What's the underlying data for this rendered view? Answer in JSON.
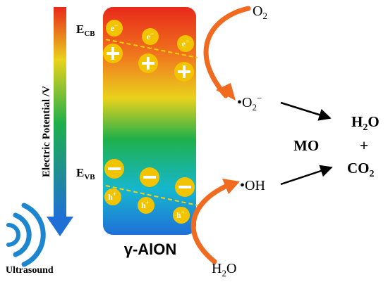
{
  "colors": {
    "gradient_top": "#e8281a",
    "gradient_orange": "#f07a1e",
    "gradient_yellow": "#e9d21c",
    "gradient_green": "#1fb04a",
    "gradient_cyan": "#16b7cf",
    "gradient_blue": "#1f6fd6",
    "charge_fill": "#f2c400",
    "arrow_orange": "#f06a1f",
    "ultrasound_blue": "#1d86d1",
    "dashed_line": "#f5d20a"
  },
  "axis": {
    "label": "Electric Potential /V"
  },
  "bands": {
    "cb_main": "E",
    "cb_sub": "CB",
    "vb_main": "E",
    "vb_sub": "VB"
  },
  "charges": {
    "electron_label": "e",
    "electron_sup": "−",
    "hole_label": "h",
    "hole_sup": "+"
  },
  "material": {
    "label": "γ-AlON"
  },
  "species": {
    "o2": "O",
    "o2_sub": "2",
    "superoxide_dot": "•",
    "superoxide": "O",
    "superoxide_sub": "2",
    "superoxide_sup": "−",
    "hydroxyl_dot": "•",
    "hydroxyl": "OH",
    "h2o": "H",
    "h2o_sub": "2",
    "h2o_tail": "O"
  },
  "pollutant": {
    "label": "MO"
  },
  "products": {
    "water_h": "H",
    "water_sub": "2",
    "water_o": "O",
    "plus": "+",
    "co2_c": "CO",
    "co2_sub": "2"
  },
  "source": {
    "label": "Ultrasound"
  }
}
